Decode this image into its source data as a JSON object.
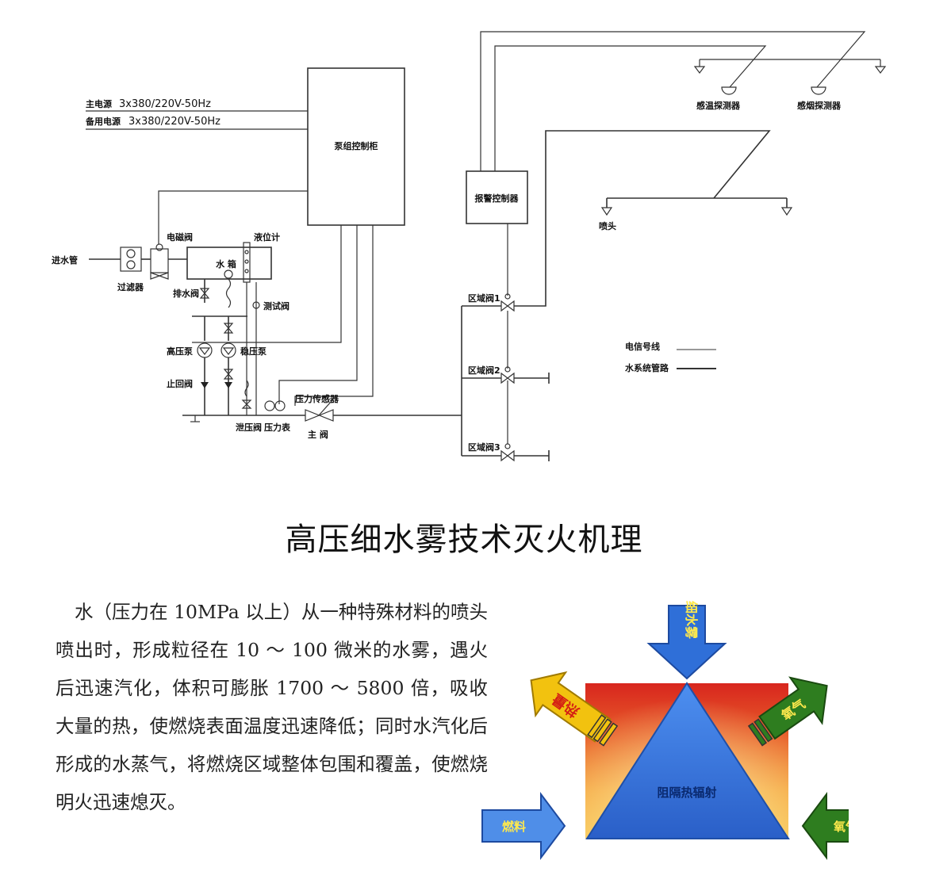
{
  "schematic": {
    "power_main_label": "主电源",
    "power_main_spec": "3x380/220V-50Hz",
    "power_backup_label": "备用电源",
    "power_backup_spec": "3x380/220V-50Hz",
    "pump_cabinet": "泵组控制柜",
    "alarm_controller": "报警控制器",
    "heat_detector": "感温探测器",
    "smoke_detector": "感烟探测器",
    "nozzle": "喷头",
    "inlet_pipe": "进水管",
    "filter": "过滤器",
    "solenoid_valve": "电磁阀",
    "water_tank": "水  箱",
    "level_gauge": "液位计",
    "drain_valve": "排水阀",
    "test_valve": "测试阀",
    "high_pressure_pump": "高压泵",
    "regulator_pump": "稳压泵",
    "check_valve": "止回阀",
    "pressure_sensor": "压力传感器",
    "relief_valve": "泄压阀",
    "pressure_gauge": "压力表",
    "main_valve": "主 阀",
    "zone_valve_1": "区域阀1",
    "zone_valve_2": "区域阀2",
    "zone_valve_3": "区域阀3",
    "legend_signal": "电信号线",
    "legend_water": "水系统管路"
  },
  "title": "高压细水雾技术灭火机理",
  "description": "水（压力在 10MPa 以上）从一种特殊材料的喷头喷出时，形成粒径在 10 ～ 100 微米的水雾，遇火后迅速汽化，体积可膨胀 1700 ～ 5800 倍，吸收大量的热，使燃烧表面温度迅速降低；同时水汽化后形成的水蒸气，将燃烧区域整体包围和覆盖，使燃烧明火迅速熄灭。",
  "mechanism": {
    "center": "阻隔热辐射",
    "top_arrow": "细水雾",
    "heat_arrow": "热量",
    "oxygen_arrow_top": "氧气",
    "fuel_arrow": "燃料",
    "oxygen_arrow_bottom": "氧气",
    "colors": {
      "top_arrow": "#2f6fd8",
      "heat_arrow": "#f2c20f",
      "oxygen_arrow": "#2e7d1f",
      "fuel_arrow": "#4f8ee8",
      "triangle": "#3f7de0",
      "fire": "#e8602a"
    }
  }
}
